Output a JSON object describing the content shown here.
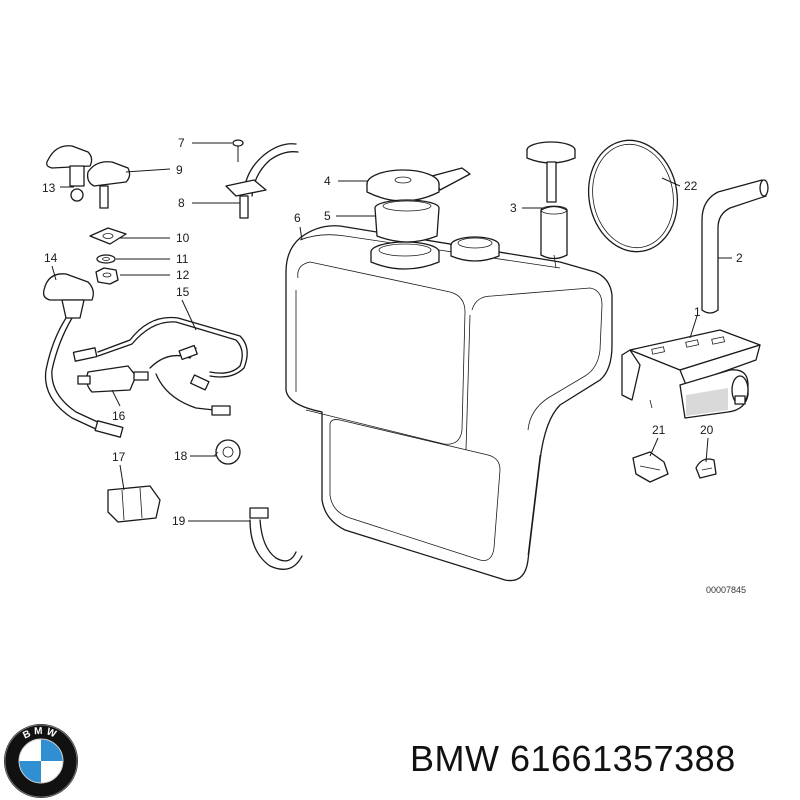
{
  "diagram": {
    "callouts": [
      {
        "id": "1",
        "label": "1"
      },
      {
        "id": "2",
        "label": "2"
      },
      {
        "id": "3",
        "label": "3"
      },
      {
        "id": "4",
        "label": "4"
      },
      {
        "id": "5",
        "label": "5"
      },
      {
        "id": "6",
        "label": "6"
      },
      {
        "id": "7",
        "label": "7"
      },
      {
        "id": "8",
        "label": "8"
      },
      {
        "id": "9",
        "label": "9"
      },
      {
        "id": "10",
        "label": "10"
      },
      {
        "id": "11",
        "label": "11"
      },
      {
        "id": "12",
        "label": "12"
      },
      {
        "id": "13",
        "label": "13"
      },
      {
        "id": "14",
        "label": "14"
      },
      {
        "id": "15",
        "label": "15"
      },
      {
        "id": "16",
        "label": "16"
      },
      {
        "id": "17",
        "label": "17"
      },
      {
        "id": "18",
        "label": "18"
      },
      {
        "id": "19",
        "label": "19"
      },
      {
        "id": "20",
        "label": "20"
      },
      {
        "id": "21",
        "label": "21"
      },
      {
        "id": "22",
        "label": "22"
      }
    ],
    "diagram_code": "00007845"
  },
  "brand": {
    "logo_letters": "BMW",
    "caption": "BMW 61661357388",
    "colors": {
      "logo_blue": "#2f8fd0",
      "logo_ring": "#111111",
      "logo_white": "#ffffff"
    }
  }
}
